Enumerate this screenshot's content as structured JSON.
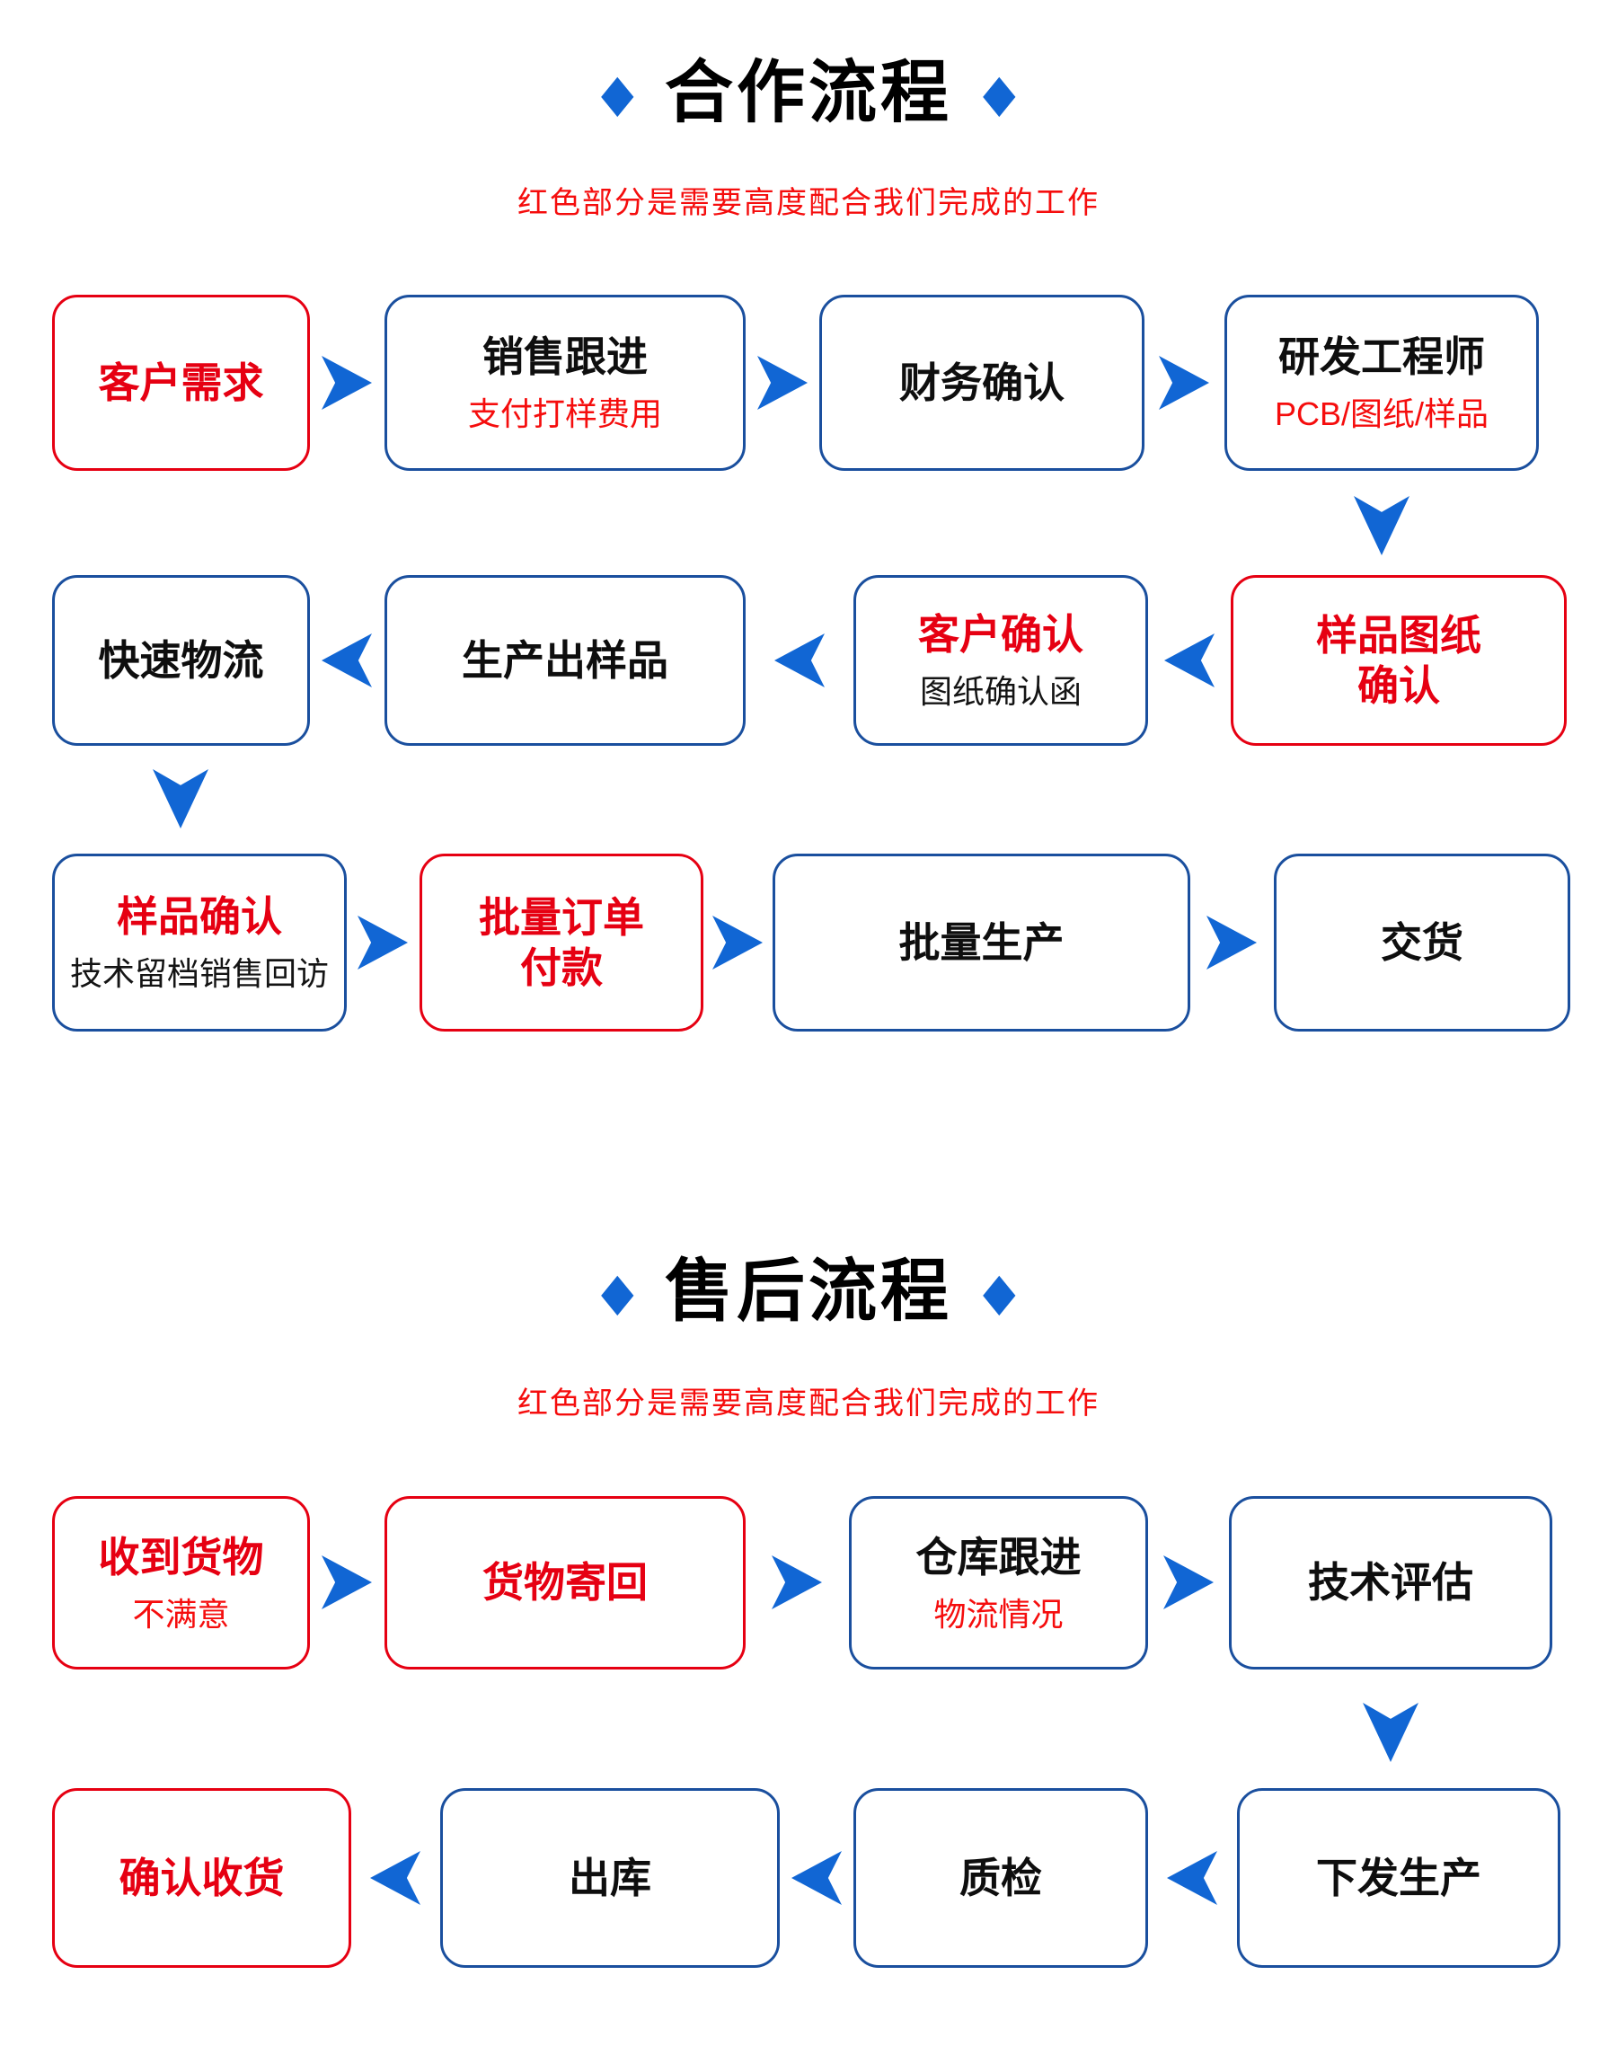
{
  "icons": {
    "diamond": "◆"
  },
  "colors": {
    "accent-blue": "#1166d4",
    "border-blue": "#1a4f9e",
    "red": "#e60012",
    "sub-red": "#f50d0d",
    "ink": "#0e0e0e",
    "background": "#ffffff"
  },
  "flow1": {
    "title": "合作流程",
    "subtitle": "红色部分是需要高度配合我们完成的工作",
    "boxes": {
      "customer_demand": {
        "title": "客户需求"
      },
      "sales_follow_up": {
        "title": "销售跟进",
        "sub": "支付打样费用"
      },
      "finance_confirm": {
        "title": "财务确认"
      },
      "rd_engineer": {
        "title": "研发工程师",
        "sub": "PCB/图纸/样品"
      },
      "fast_logistics": {
        "title": "快速物流"
      },
      "produce_sample": {
        "title": "生产出样品"
      },
      "customer_confirm": {
        "title": "客户确认",
        "sub": "图纸确认函"
      },
      "sample_drawing_confirm": {
        "title": "样品图纸\n确认"
      },
      "sample_confirm": {
        "title": "样品确认",
        "sub": "技术留档销售回访"
      },
      "bulk_order_payment": {
        "title": "批量订单\n付款"
      },
      "bulk_production": {
        "title": "批量生产"
      },
      "delivery": {
        "title": "交货"
      }
    }
  },
  "flow2": {
    "title": "售后流程",
    "subtitle": "红色部分是需要高度配合我们完成的工作",
    "boxes": {
      "goods_received": {
        "title": "收到货物",
        "sub": "不满意"
      },
      "goods_returned": {
        "title": "货物寄回"
      },
      "warehouse_follow_up": {
        "title": "仓库跟进",
        "sub": "物流情况"
      },
      "technical_evaluation": {
        "title": "技术评估"
      },
      "issue_production": {
        "title": "下发生产"
      },
      "quality_inspection": {
        "title": "质检"
      },
      "outbound": {
        "title": "出库"
      },
      "confirm_receipt": {
        "title": "确认收货"
      }
    }
  }
}
